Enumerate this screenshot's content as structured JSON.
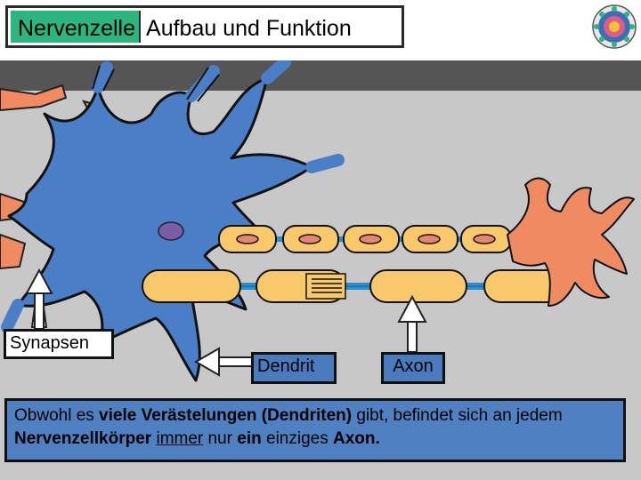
{
  "title": {
    "part1": "Nervenzelle",
    "part2": "Aufbau und Funktion"
  },
  "labels": {
    "synapsen": "Synapsen",
    "dendrit": "Dendrit",
    "axon": "Axon"
  },
  "info": {
    "s1": "Obwohl es ",
    "s2": "viele Verästelungen (Dendriten)",
    "s3": " gibt, befindet sich an jedem ",
    "s4": "Nervenzellkörper",
    "s5": " ",
    "s6": "immer",
    "s7": " nur ",
    "s8": "ein",
    "s9": " einziges ",
    "s10": "Axon."
  },
  "colors": {
    "title_accent": "#2cb57f",
    "neuron_body": "#4a7ec6",
    "nucleus": "#7a5ca8",
    "myelin": "#f8c86a",
    "synapse_tips": "#f08a60",
    "axon": "#2a8fd0",
    "panel": "#c8c8c8",
    "info_box": "#4e80c2"
  },
  "icons": [
    "logo-mandala-icon",
    "arrow-up-icon",
    "arrow-left-icon"
  ]
}
